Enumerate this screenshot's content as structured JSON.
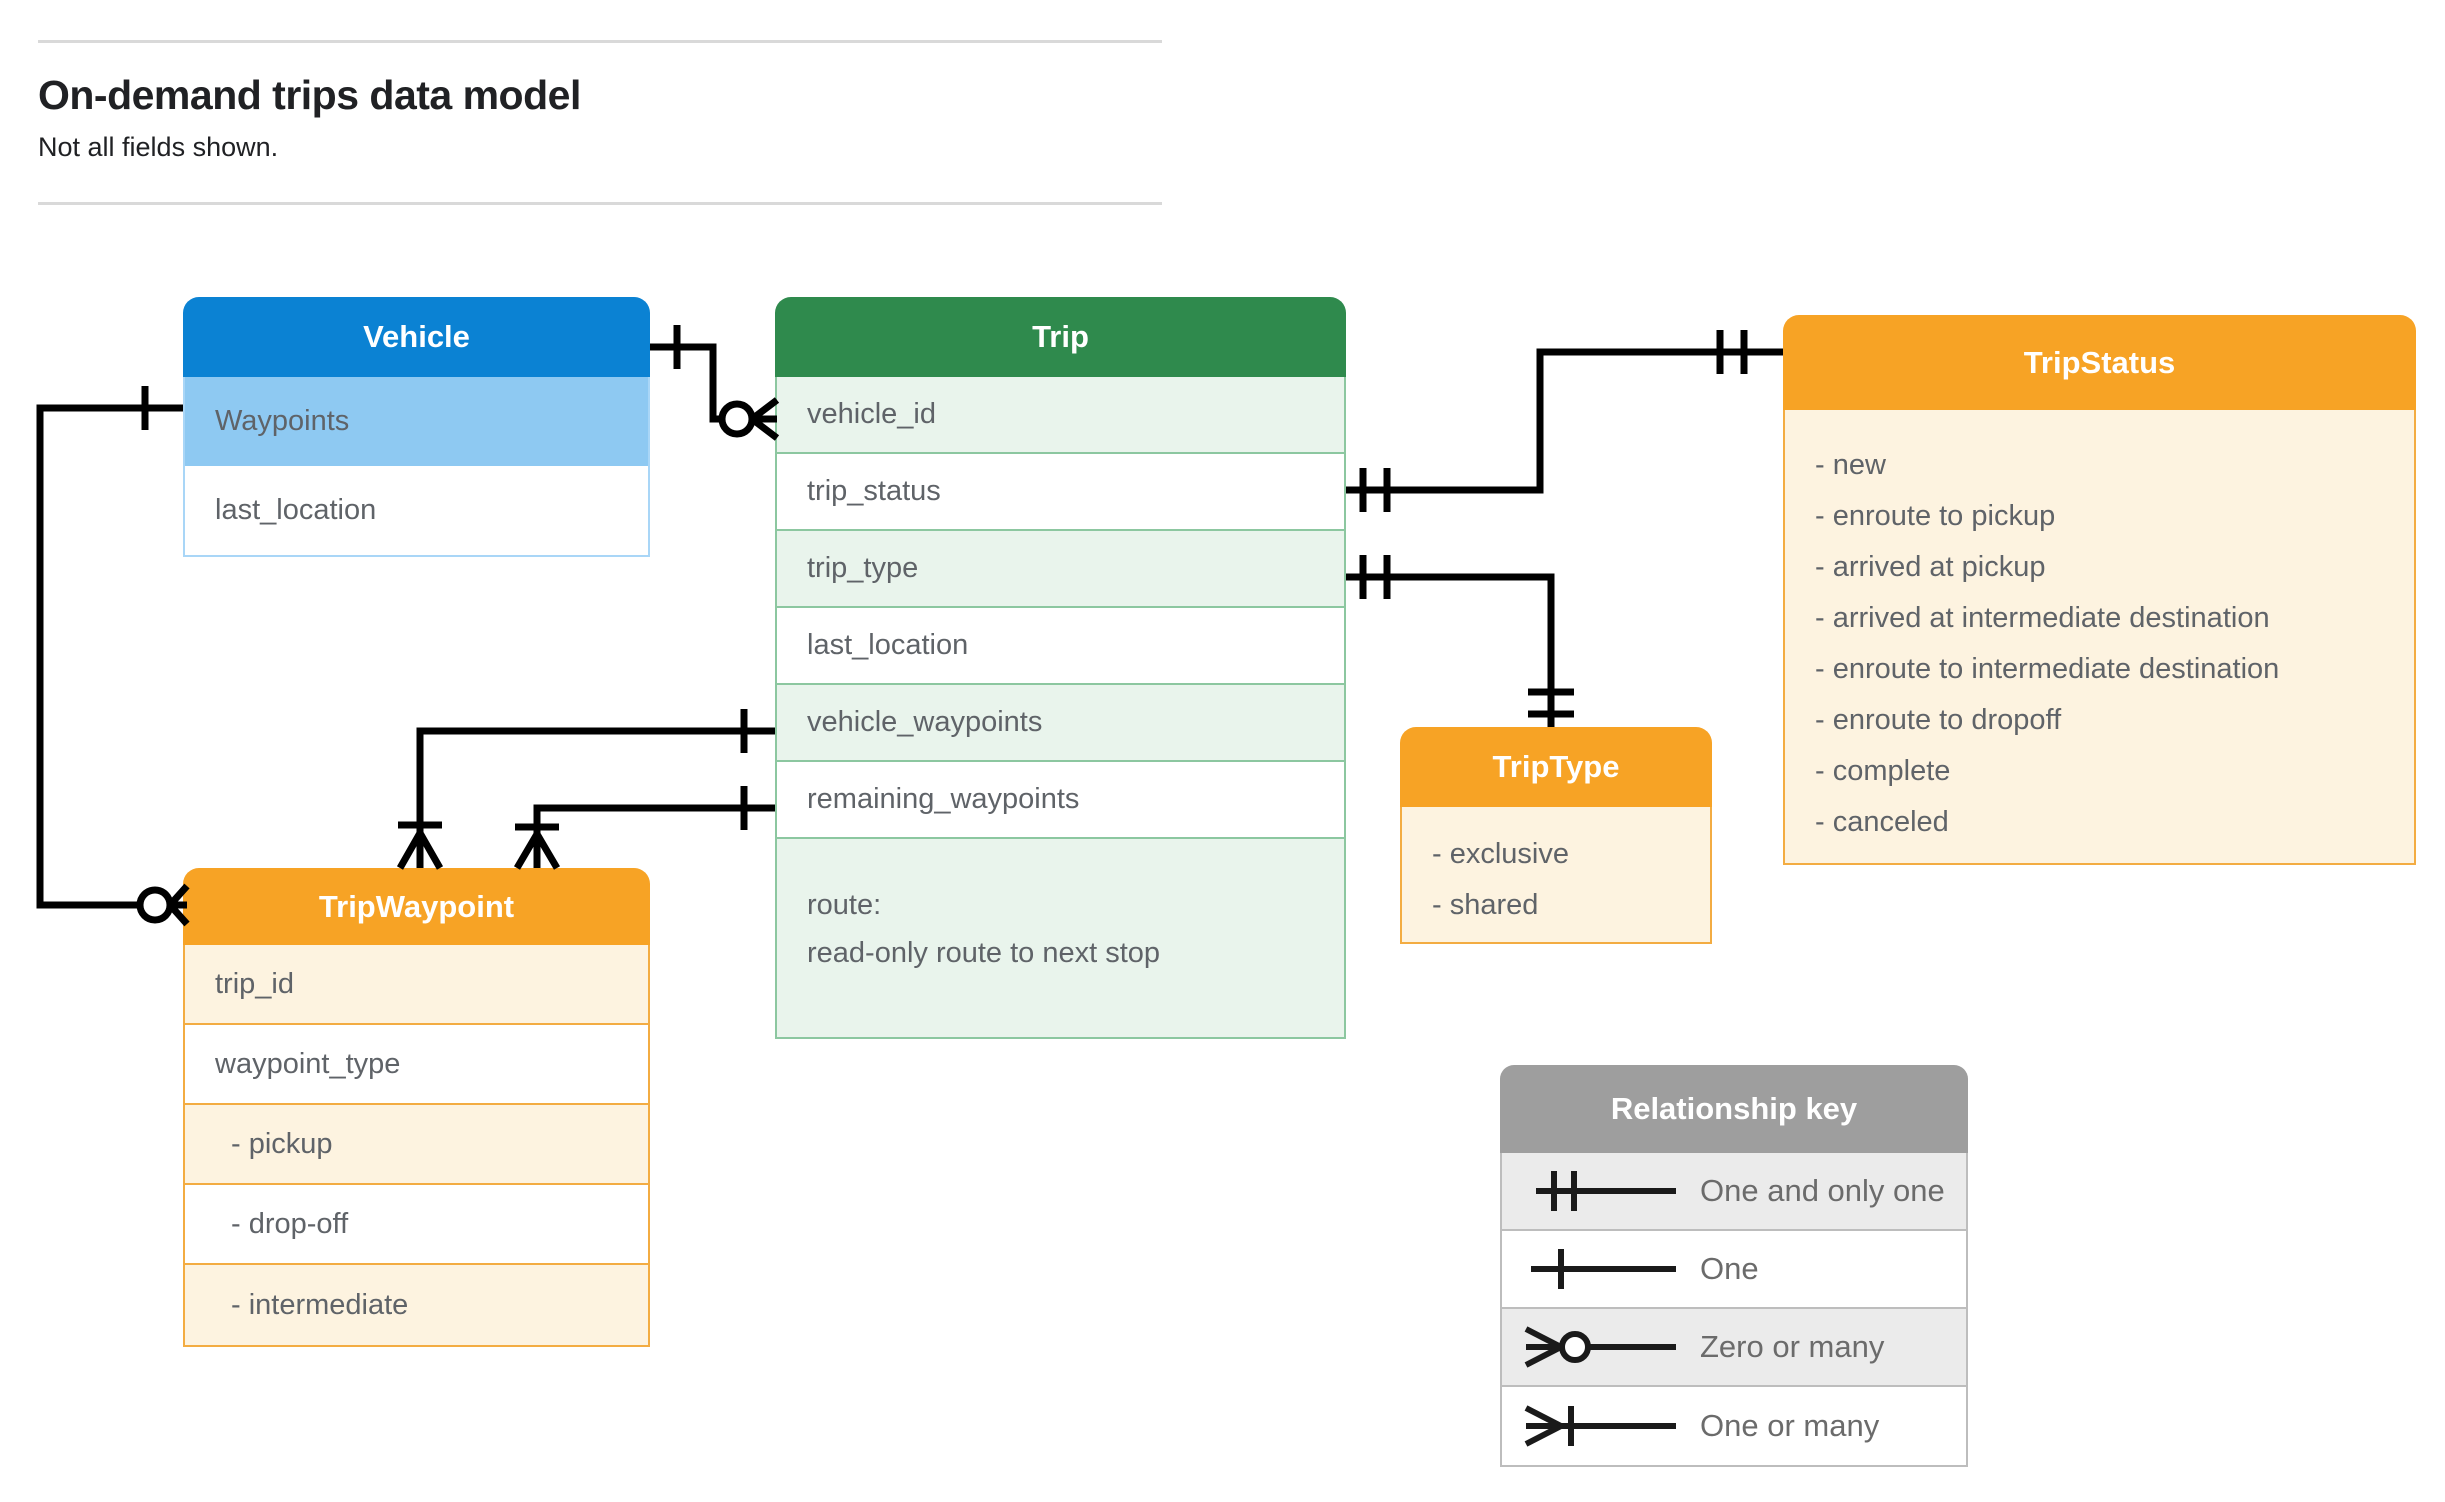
{
  "page": {
    "title": "On-demand trips data model",
    "subtitle": "Not all fields shown."
  },
  "colors": {
    "vehicle_header": "#0b82d3",
    "vehicle_highlight_row": "#8ec9f2",
    "trip_header": "#2f8a4d",
    "trip_row_tint": "#e9f4ec",
    "enum_header": "#f7a325",
    "enum_body": "#fdf3e0",
    "legend_header": "#9e9e9e",
    "legend_row_tint": "#ebebeb",
    "field_text": "#5f6368",
    "connector": "#000000"
  },
  "entities": {
    "vehicle": {
      "title": "Vehicle",
      "fields": [
        "Waypoints",
        "last_location"
      ]
    },
    "trip": {
      "title": "Trip",
      "fields": [
        "vehicle_id",
        "trip_status",
        "trip_type",
        "last_location",
        "vehicle_waypoints",
        "remaining_waypoints"
      ],
      "route_lines": [
        "route:",
        "read-only route to next stop"
      ]
    },
    "trip_status": {
      "title": "TripStatus",
      "items": [
        "- new",
        "- enroute to pickup",
        "- arrived at pickup",
        "- arrived at intermediate destination",
        "- enroute to intermediate destination",
        "- enroute to dropoff",
        "- complete",
        "- canceled"
      ]
    },
    "trip_type": {
      "title": "TripType",
      "items": [
        "- exclusive",
        "- shared"
      ]
    },
    "trip_waypoint": {
      "title": "TripWaypoint",
      "fields": [
        "trip_id",
        "waypoint_type",
        "- pickup",
        "- drop-off",
        "- intermediate"
      ]
    }
  },
  "relationships": [
    {
      "from": "Vehicle",
      "to": "Trip.vehicle_id",
      "from_cardinality": "one",
      "to_cardinality": "zero-or-many"
    },
    {
      "from": "Trip.trip_status",
      "to": "TripStatus",
      "from_cardinality": "one-and-only-one",
      "to_cardinality": "one-and-only-one"
    },
    {
      "from": "Trip.trip_type",
      "to": "TripType",
      "from_cardinality": "one-and-only-one",
      "to_cardinality": "one-and-only-one"
    },
    {
      "from": "Trip.vehicle_waypoints",
      "to": "TripWaypoint",
      "from_cardinality": "one",
      "to_cardinality": "one-or-many"
    },
    {
      "from": "Trip.remaining_waypoints",
      "to": "TripWaypoint",
      "from_cardinality": "one",
      "to_cardinality": "one-or-many"
    },
    {
      "from": "Vehicle.Waypoints",
      "to": "TripWaypoint",
      "from_cardinality": "one",
      "to_cardinality": "zero-or-many"
    }
  ],
  "legend": {
    "title": "Relationship key",
    "rows": [
      {
        "symbol": "one-and-only-one",
        "label": "One and only one"
      },
      {
        "symbol": "one",
        "label": "One"
      },
      {
        "symbol": "zero-or-many",
        "label": "Zero or many"
      },
      {
        "symbol": "one-or-many",
        "label": "One or many"
      }
    ]
  }
}
